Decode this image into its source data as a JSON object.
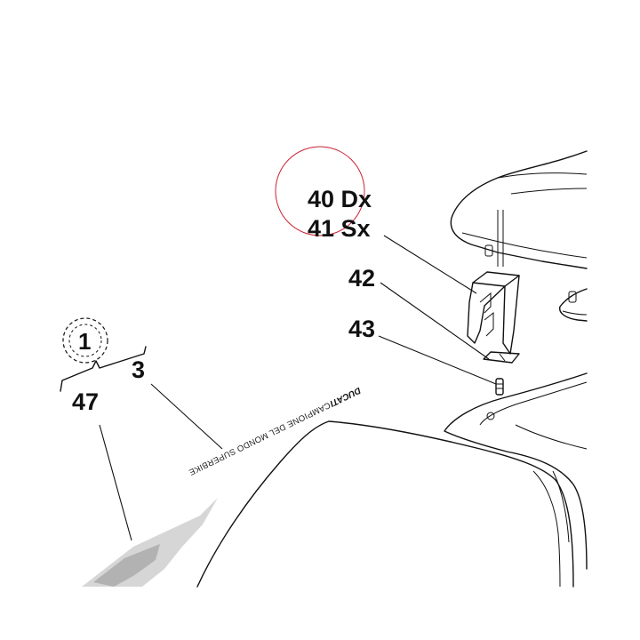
{
  "callouts": {
    "c40": "40 Dx",
    "c41": "41 Sx",
    "c42": "42",
    "c43": "43",
    "c1": "1",
    "c3": "3",
    "c47": "47"
  },
  "decal": {
    "brand": "DUCATI",
    "slogan": "CAMPIONE DEL MONDO SUPERBIKE"
  },
  "colors": {
    "line": "#111111",
    "highlight_circle": "#cc2233"
  }
}
